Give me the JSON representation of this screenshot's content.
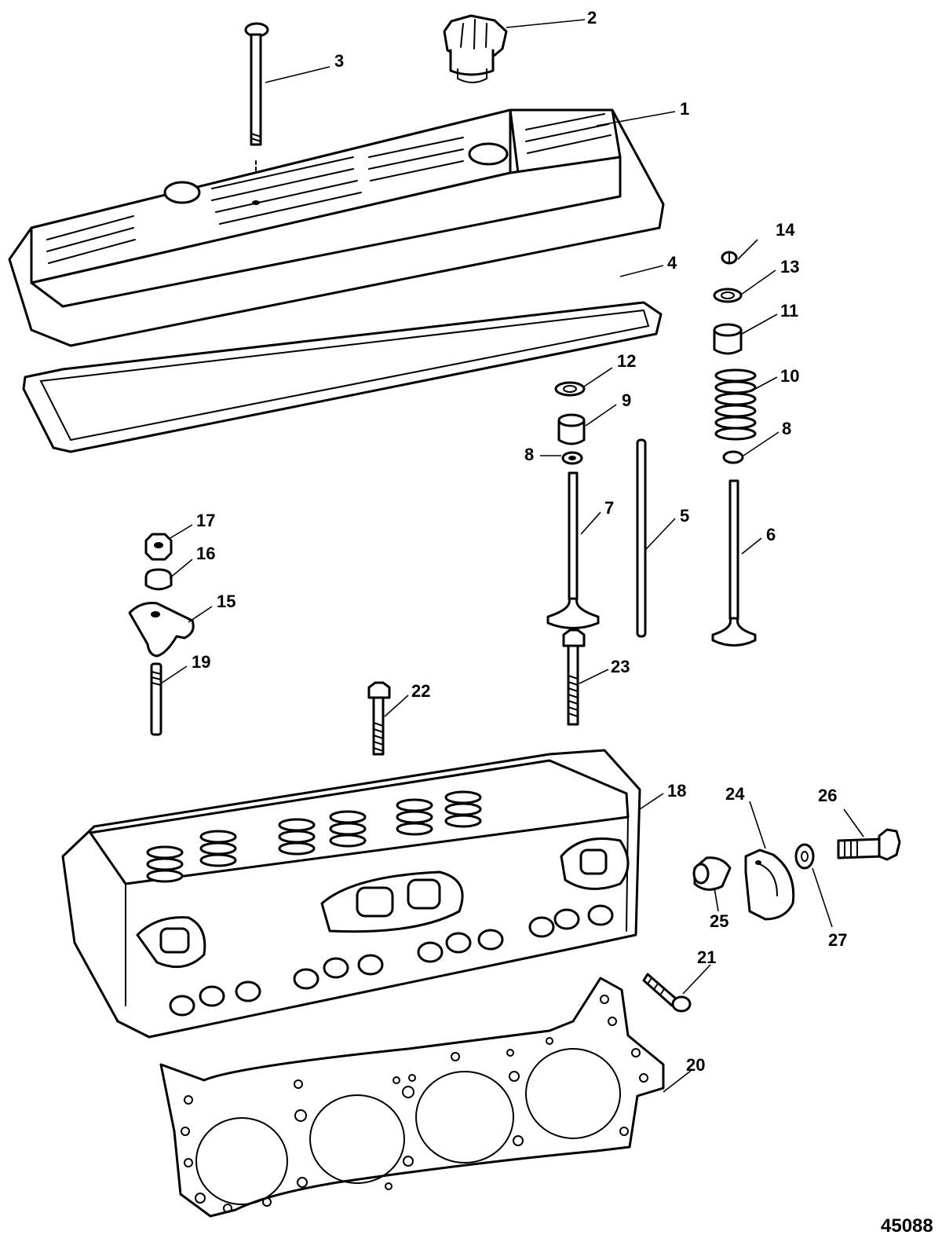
{
  "diagram": {
    "figure_number": "45088",
    "callouts": {
      "c1": "1",
      "c2": "2",
      "c3": "3",
      "c4": "4",
      "c5": "5",
      "c6": "6",
      "c7": "7",
      "c8a": "8",
      "c8b": "8",
      "c9": "9",
      "c10": "10",
      "c11": "11",
      "c12": "12",
      "c13": "13",
      "c14": "14",
      "c15": "15",
      "c16": "16",
      "c17": "17",
      "c18": "18",
      "c19": "19",
      "c20": "20",
      "c21": "21",
      "c22": "22",
      "c23": "23",
      "c24": "24",
      "c25": "25",
      "c26": "26",
      "c27": "27"
    }
  }
}
